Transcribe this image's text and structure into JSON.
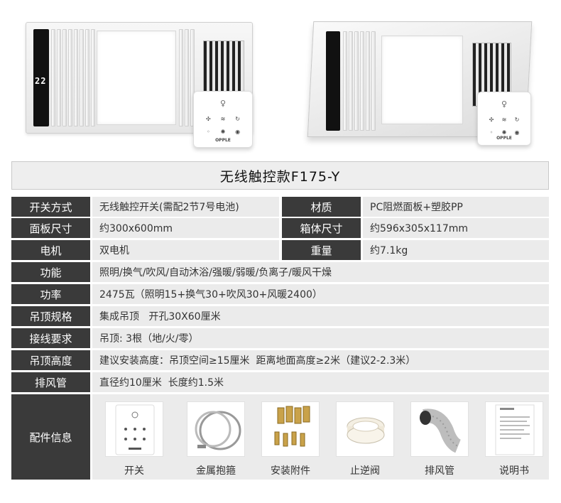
{
  "header": {
    "title": "无线触控款F175-Y"
  },
  "hero": {
    "display_readout": "22",
    "remote_brand": "OPPLE"
  },
  "specs": [
    {
      "label": "开关方式",
      "value": "无线触控开关(需配2节7号电池)",
      "label2": "材质",
      "value2": "PC阻燃面板+塑胶PP"
    },
    {
      "label": "面板尺寸",
      "value": "约300x600mm",
      "label2": "箱体尺寸",
      "value2": "约596x305x117mm"
    },
    {
      "label": "电机",
      "value": "双电机",
      "label2": "重量",
      "value2": "约7.1kg"
    },
    {
      "label": "功能",
      "value": "照明/换气/吹风/自动沐浴/强暖/弱暖/负离子/暖风干燥"
    },
    {
      "label": "功率",
      "value": "2475瓦（照明15+换气30+吹风30+风暖2400）"
    },
    {
      "label": "吊顶规格",
      "value": "集成吊顶   开孔30X60厘米"
    },
    {
      "label": "接线要求",
      "value": "吊顶: 3根（地/火/零）"
    },
    {
      "label": "吊顶高度",
      "value": "建议安装高度：吊顶空间≥15厘米  距离地面高度≥2米（建议2-2.3米）"
    },
    {
      "label": "排风管",
      "value": "直径约10厘米  长度约1.5米"
    }
  ],
  "accessories": {
    "label": "配件信息",
    "items": [
      {
        "name": "开关",
        "icon": "switch-icon"
      },
      {
        "name": "金属抱箍",
        "icon": "clamp-icon"
      },
      {
        "name": "安装附件",
        "icon": "screws-icon"
      },
      {
        "name": "止逆阀",
        "icon": "valve-icon"
      },
      {
        "name": "排风管",
        "icon": "duct-icon"
      },
      {
        "name": "说明书",
        "icon": "manual-icon"
      }
    ]
  },
  "colors": {
    "label_bg": "#3a3a3a",
    "value_bg": "#ebebeb",
    "title_bg": "#eeeeee"
  }
}
